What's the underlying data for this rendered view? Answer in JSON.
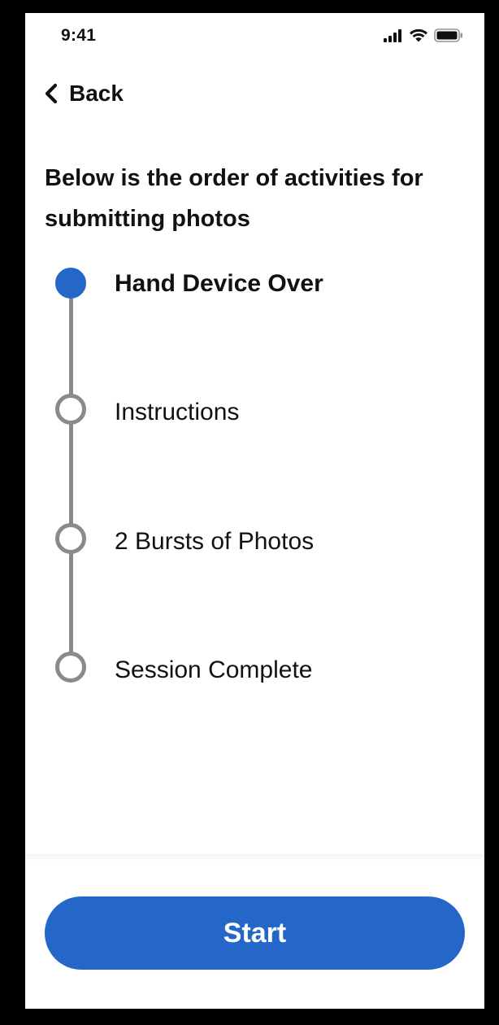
{
  "status_bar": {
    "time": "9:41",
    "icons": [
      "cellular-signal-icon",
      "wifi-icon",
      "battery-icon"
    ]
  },
  "nav": {
    "back_label": "Back",
    "back_icon": "chevron-left-icon"
  },
  "heading": "Below is the order of activities for submitting photos",
  "steps": [
    {
      "label": "Hand Device Over",
      "state": "current"
    },
    {
      "label": "Instructions",
      "state": "upcoming"
    },
    {
      "label": "2 Bursts of Photos",
      "state": "upcoming"
    },
    {
      "label": "Session Complete",
      "state": "upcoming"
    }
  ],
  "footer": {
    "start_label": "Start"
  },
  "colors": {
    "accent": "#2567c8",
    "timeline_gray": "#8a8a8a",
    "text": "#111111",
    "background": "#ffffff"
  }
}
